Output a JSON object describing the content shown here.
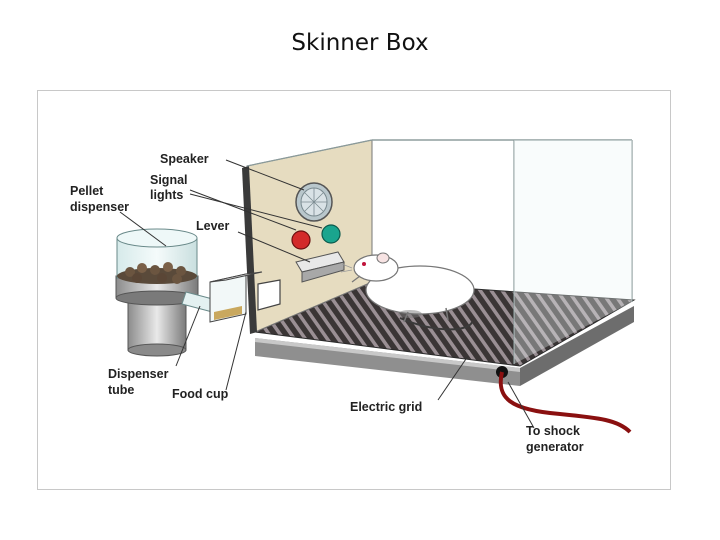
{
  "title": "Skinner Box",
  "labels": {
    "speaker": "Speaker",
    "signal_lights_1": "Signal",
    "signal_lights_2": "lights",
    "pellet_dispenser_1": "Pellet",
    "pellet_dispenser_2": "dispenser",
    "lever": "Lever",
    "dispenser_tube_1": "Dispenser",
    "dispenser_tube_2": "tube",
    "food_cup": "Food cup",
    "electric_grid": "Electric grid",
    "shock_generator_1": "To shock",
    "shock_generator_2": "generator"
  },
  "colors": {
    "back_wall": "#e6dcc0",
    "grid_dark": "#3a3535",
    "grid_light": "#9a8f94",
    "light_red": "#d32a2a",
    "light_green": "#1aa58e",
    "cable": "#8a1010"
  }
}
